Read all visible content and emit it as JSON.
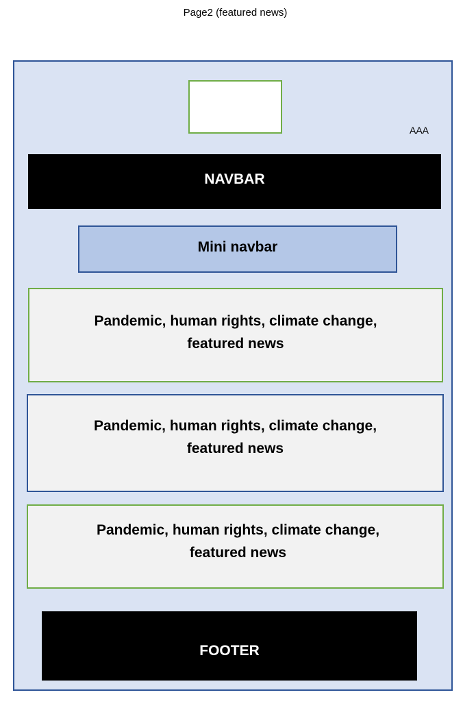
{
  "page": {
    "title": "Page2 (featured news)"
  },
  "header": {
    "logo_placeholder": "",
    "label": "AAA"
  },
  "navbar": {
    "label": "NAVBAR"
  },
  "mini_navbar": {
    "label": "Mini navbar"
  },
  "news_sections": [
    {
      "line1": "Pandemic, human rights, climate change,",
      "line2": "featured news"
    },
    {
      "line1": "Pandemic, human rights, climate change,",
      "line2": "featured news"
    },
    {
      "line1": "Pandemic, human rights, climate change,",
      "line2": "featured news"
    }
  ],
  "footer": {
    "label": "FOOTER"
  },
  "colors": {
    "frame_fill": "#dae3f3",
    "frame_border": "#2f5597",
    "green_border": "#70ad47",
    "mini_navbar_fill": "#b4c7e7",
    "news_fill": "#f2f2f2",
    "bar_fill": "#000000"
  }
}
